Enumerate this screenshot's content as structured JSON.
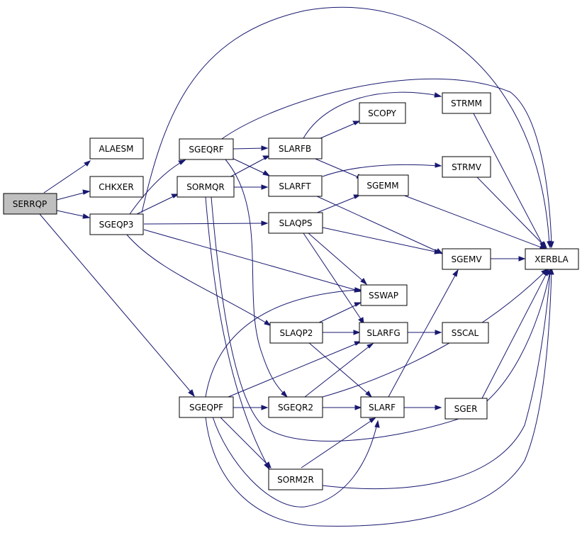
{
  "nodes": {
    "serrqp": "SERRQP",
    "alaesm": "ALAESM",
    "chkxer": "CHKXER",
    "sgeqp3": "SGEQP3",
    "sgeqpf": "SGEQPF",
    "sgeqrf": "SGEQRF",
    "sormqr": "SORMQR",
    "slarfb": "SLARFB",
    "slarft": "SLARFT",
    "slaqps": "SLAQPS",
    "slaqp2": "SLAQP2",
    "sgeqr2": "SGEQR2",
    "sorm2r": "SORM2R",
    "scopy": "SCOPY",
    "sgemm": "SGEMM",
    "sswap": "SSWAP",
    "slarfg": "SLARFG",
    "slarf": "SLARF",
    "strmm": "STRMM",
    "strmv": "STRMV",
    "sgemv": "SGEMV",
    "sscal": "SSCAL",
    "sger": "SGER",
    "xerbla": "XERBLA"
  },
  "colors": {
    "edge": "#191970",
    "root_fill": "#bfbfbf",
    "node_fill": "#ffffff",
    "border": "#000000"
  }
}
